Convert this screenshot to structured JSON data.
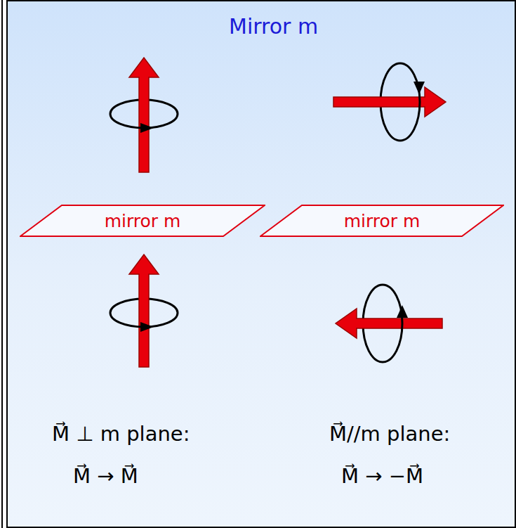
{
  "diagram": {
    "title": "Mirror m",
    "nodes": [
      {
        "text": [
          "mirror m"
        ]
      },
      {
        "text": [
          "mirror m"
        ]
      }
    ],
    "labels": [
      "M⃗ ⊥ m plane:",
      "M⃗ → M⃗",
      "M⃗//m plane:",
      "M⃗ → −M⃗"
    ]
  }
}
